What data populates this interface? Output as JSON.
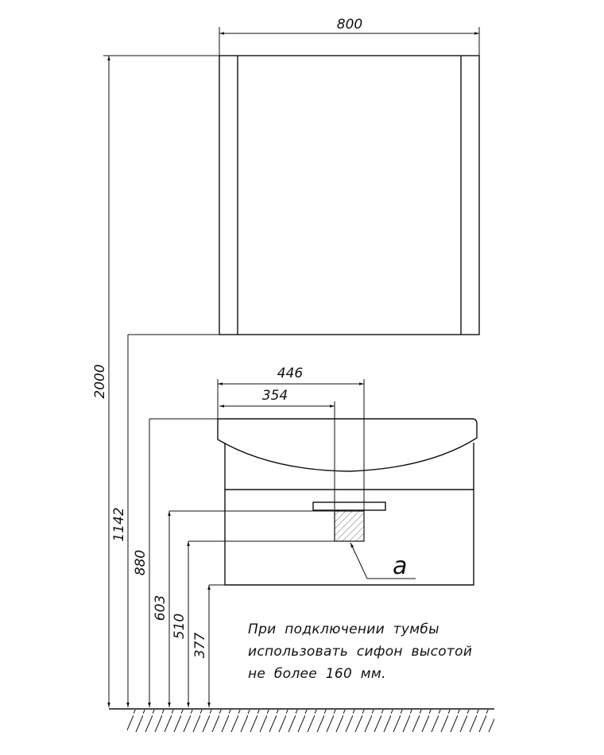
{
  "dimensions": {
    "mirror_width": "800",
    "total_height": "2000",
    "mirror_bottom_height": "1142",
    "basin_top_height": "880",
    "siphon_top_height": "603",
    "siphon_bottom_height": "510",
    "cabinet_bottom_height": "377",
    "drain_offset_far": "446",
    "drain_offset_near": "354"
  },
  "callout_label": "a",
  "note": {
    "lines": [
      "При подключении тумбы",
      "использовать сифон высотой",
      "не более 160 мм."
    ]
  }
}
